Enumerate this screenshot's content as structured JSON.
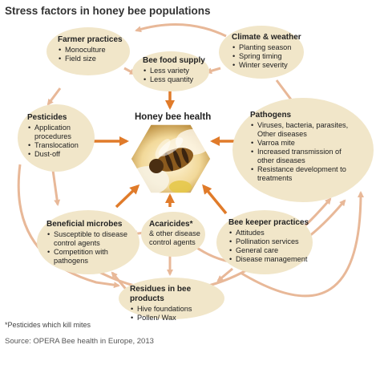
{
  "title": "Stress factors in honey bee populations",
  "center": {
    "title": "Honey bee health",
    "image": "honey-bee-photo"
  },
  "nodes": {
    "farmer": {
      "heading": "Farmer practices",
      "items": [
        "Monoculture",
        "Field size"
      ]
    },
    "climate": {
      "heading": "Climate & weather",
      "items": [
        "Planting season",
        "Spring timing",
        "Winter severity"
      ]
    },
    "food": {
      "heading": "Bee food supply",
      "items": [
        "Less variety",
        "Less quantity"
      ]
    },
    "pesticides": {
      "heading": "Pesticides",
      "items": [
        "Application procedures",
        "Translocation",
        "Dust-off"
      ]
    },
    "pathogens": {
      "heading": "Pathogens",
      "items": [
        "Viruses, bacteria, parasites, Other diseases",
        "Varroa mite",
        "Increased transmission of other diseases",
        "Resistance development to treatments"
      ]
    },
    "microbes": {
      "heading": "Beneficial microbes",
      "items": [
        "Susceptible to disease control agents",
        "Competition with pathogens"
      ]
    },
    "acaricides": {
      "heading": "Acaricides*",
      "sub": "& other disease control agents"
    },
    "keeper": {
      "heading": "Bee keeper practices",
      "items": [
        "Attitudes",
        "Pollination services",
        "General care",
        "Disease management"
      ]
    },
    "residues": {
      "heading": "Residues in bee products",
      "items": [
        "Hive foundations",
        "Pollen/ Wax"
      ]
    }
  },
  "footnote": "*Pesticides which kill mites",
  "source": "Source: OPERA Bee health in Europe, 2013",
  "colors": {
    "node_fill": "#f1e6c9",
    "arrow_main": "#e07b2a",
    "arrow_light": "#e8b898"
  }
}
